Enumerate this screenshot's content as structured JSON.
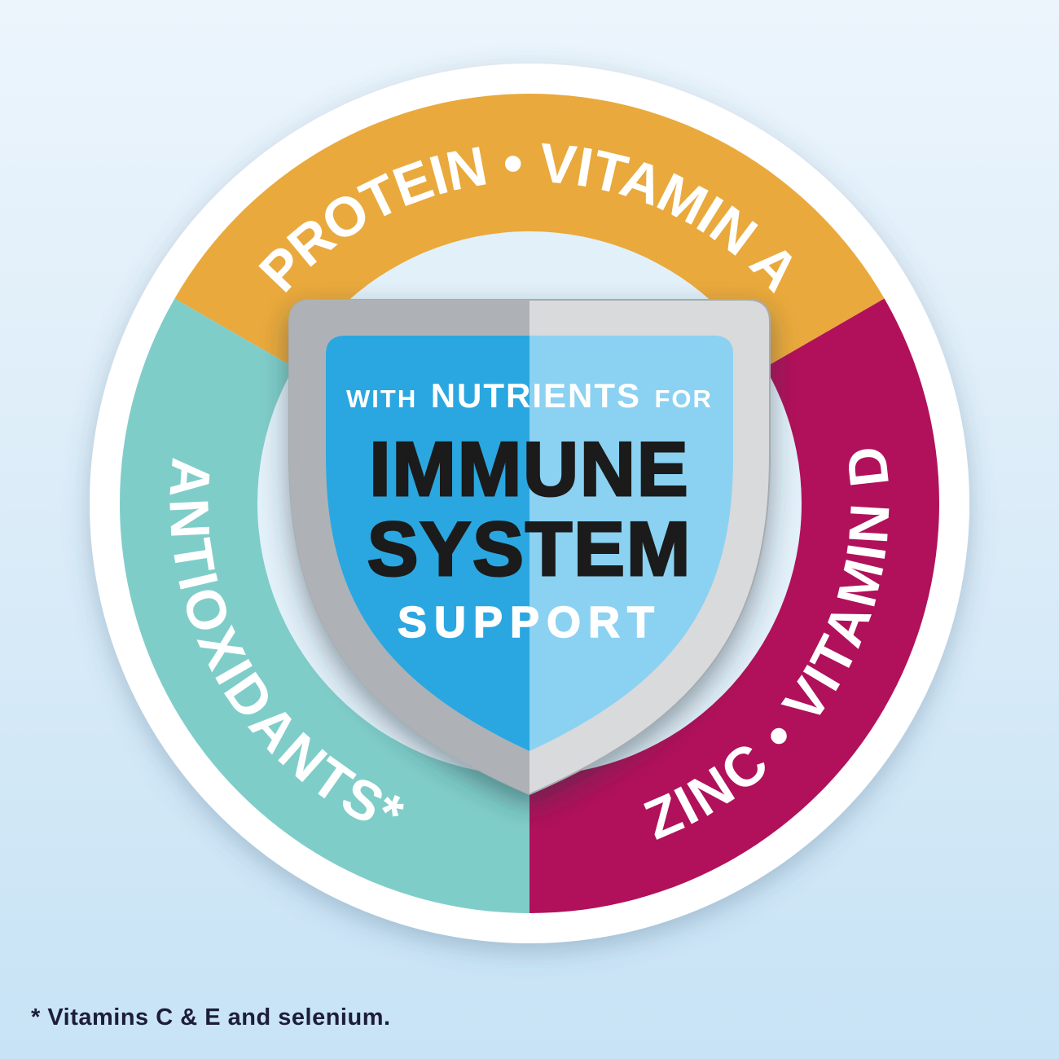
{
  "graphic_title": "Nutrient ring with immune system support shield",
  "background": {
    "top": "#ecf5fc",
    "bottom": "#c7e3f5"
  },
  "ring": {
    "white_rim": "#ffffff",
    "inner_fill": "#e2f0f9",
    "label_color": "#ffffff",
    "segments": {
      "top": {
        "label": "PROTEIN • VITAMIN A",
        "color": "#e9a93c"
      },
      "right": {
        "label": "ZINC • VITAMIN D",
        "color": "#b0115a"
      },
      "left": {
        "label": "ANTIOXIDANTS*",
        "color": "#7fcdc9"
      }
    }
  },
  "shield": {
    "eyebrow": {
      "with": "WITH",
      "nutrients": "NUTRIENTS",
      "for": "FOR"
    },
    "headline1": "IMMUNE",
    "headline2": "SYSTEM",
    "subline": "SUPPORT",
    "colors": {
      "border_left": "#aeb2b7",
      "border_right": "#d8dadc",
      "face_left": "#2aa7e0",
      "face_right": "#8bd1f2",
      "headline": "#1b1b1b",
      "text": "#ffffff"
    }
  },
  "footnote": {
    "text": "* Vitamins C & E and selenium.",
    "color": "#1d1d38"
  }
}
